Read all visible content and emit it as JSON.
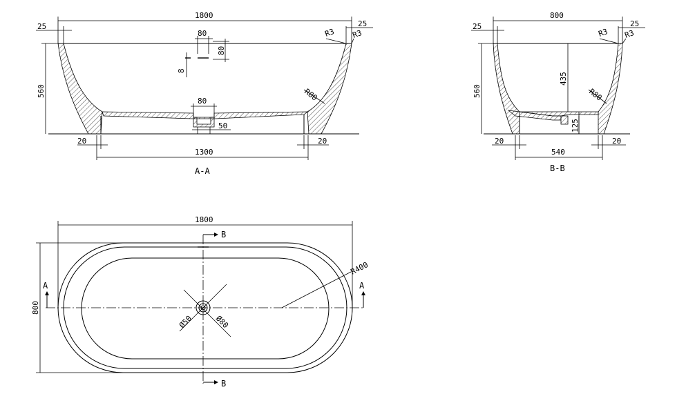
{
  "views": {
    "section_aa": {
      "title": "A-A",
      "dims": {
        "overall_length": "1800",
        "wall_left": "25",
        "wall_right": "25",
        "rim_radius_1": "R3",
        "rim_radius_2": "R3",
        "drain_slot_width": "80",
        "drain_slot_height": "80",
        "drain_slot_thickness": "8",
        "height": "560",
        "inner_radius": "R80",
        "drain_width": "80",
        "drain_hole": "50",
        "foot_left": "20",
        "foot_right": "20",
        "base_length": "1300"
      }
    },
    "section_bb": {
      "title": "B-B",
      "dims": {
        "overall_width": "800",
        "wall_left": "25",
        "wall_right": "25",
        "rim_radius_1": "R3",
        "rim_radius_2": "R3",
        "height": "560",
        "inner_depth": "435",
        "inner_radius": "R80",
        "drain_height": "125",
        "foot_left": "20",
        "foot_right": "20",
        "base_width": "540"
      }
    },
    "plan": {
      "dims": {
        "overall_length": "1800",
        "overall_width": "800",
        "end_radius": "R400",
        "drain_inner": "Ø50",
        "drain_outer": "Ø80"
      },
      "section_markers": {
        "b_top": "B",
        "b_bottom": "B",
        "a_left": "A",
        "a_right": "A"
      }
    }
  }
}
